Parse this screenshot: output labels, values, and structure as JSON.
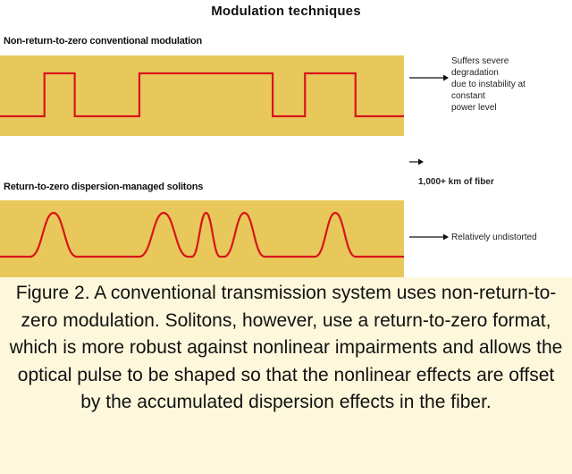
{
  "title": "Modulation techniques",
  "panels": [
    {
      "label": "Non-return-to-zero conventional modulation",
      "signal": "nrz",
      "pulses": [
        [
          0.11,
          0.185
        ],
        [
          0.345,
          0.675
        ],
        [
          0.755,
          0.88
        ]
      ],
      "annotation": "Suffers severe\ndegradation\ndue to instability at\nconstant\npower level"
    },
    {
      "label": "Return-to-zero dispersion-managed solitons",
      "signal": "rz",
      "pulses": [
        [
          0.075,
          0.19
        ],
        [
          0.345,
          0.465
        ],
        [
          0.475,
          0.545
        ],
        [
          0.555,
          0.655
        ],
        [
          0.78,
          0.88
        ]
      ],
      "annotation": "Relatively undistorted"
    }
  ],
  "middle_annotation": "1,000+ km of fiber",
  "caption": "Figure 2. A conventional transmission system uses non-return-to-zero modulation. Solitons, however, use a return-to-zero format, which is more robust against nonlinear impairments and allows the optical pulse to be shaped so that the nonlinear effects are offset by the accumulated dispersion effects in the fiber.",
  "colors": {
    "panel_bg": "#e8c85a",
    "signal": "#d8141c",
    "caption_bg": "#fdf8dc"
  }
}
